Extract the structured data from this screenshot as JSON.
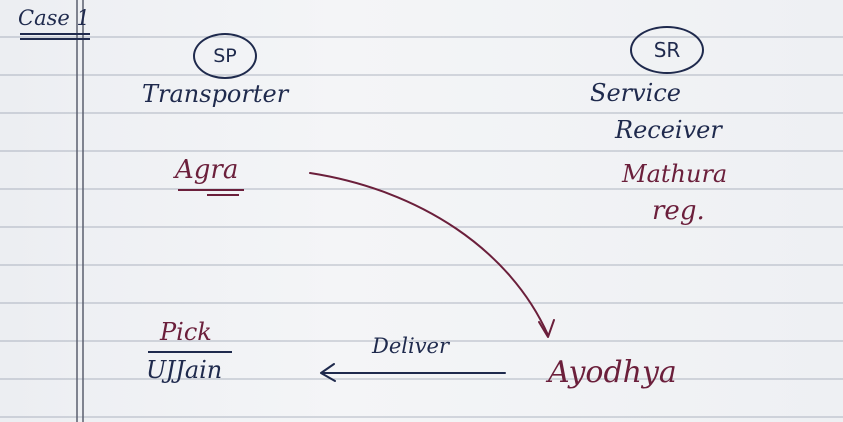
{
  "page": {
    "case_label": "Case 1",
    "service_provider": {
      "badge": "SP",
      "role": "Transporter",
      "location": "Agra"
    },
    "service_receiver": {
      "badge": "SR",
      "role_line1": "Service",
      "role_line2": "Receiver",
      "location": "Mathura",
      "status": "reg."
    },
    "pickup": {
      "label": "Pick",
      "location": "UJJain"
    },
    "delivery": {
      "label": "Deliver",
      "location": "Ayodhya"
    }
  },
  "colors": {
    "blue_ink": "#1f2a4d",
    "maroon_ink": "#6b1f3b",
    "paper": "#f2f3f5",
    "ruled_line": "#78829a"
  }
}
